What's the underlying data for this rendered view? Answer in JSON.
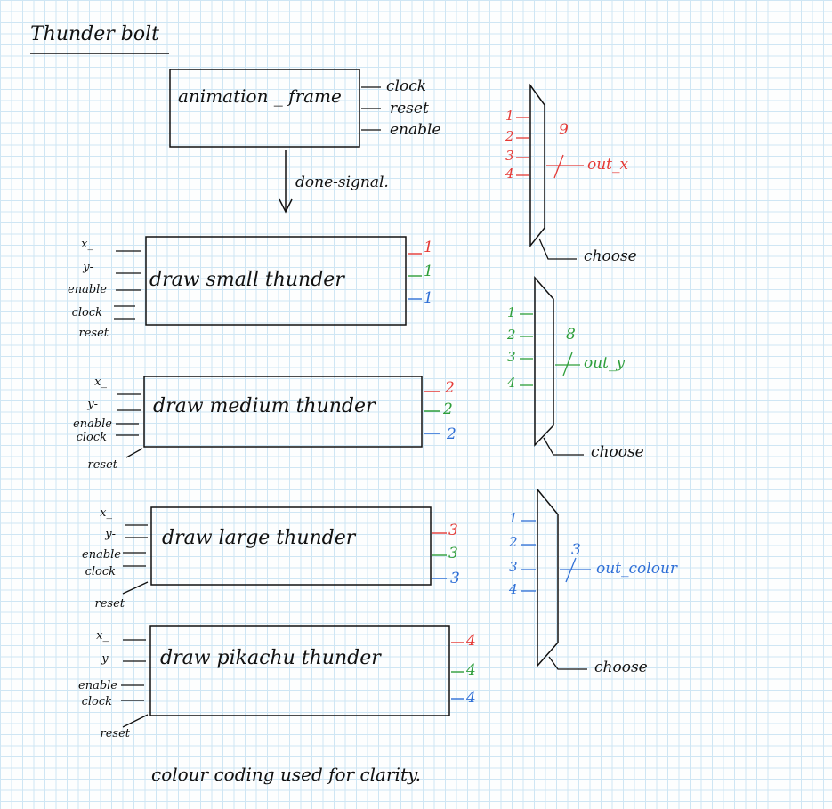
{
  "title": "Thunder bolt",
  "top_module": {
    "label": "animation _ frame",
    "ports": [
      "clock",
      "reset",
      "enable"
    ],
    "output_signal": "done-signal."
  },
  "modules": [
    {
      "label": "draw small thunder",
      "inputs": [
        "x_",
        "y-",
        "enable",
        "clock",
        "reset"
      ],
      "outputs": [
        "1",
        "1",
        "1"
      ]
    },
    {
      "label": "draw medium thunder",
      "inputs": [
        "x_",
        "y-",
        "enable",
        "clock",
        "reset"
      ],
      "outputs": [
        "2",
        "2",
        "2"
      ]
    },
    {
      "label": "draw large thunder",
      "inputs": [
        "x_",
        "y-",
        "enable",
        "clock",
        "reset"
      ],
      "outputs": [
        "3",
        "3",
        "3"
      ]
    },
    {
      "label": "draw pikachu thunder",
      "inputs": [
        "x_",
        "y-",
        "enable",
        "clock",
        "reset"
      ],
      "outputs": [
        "4",
        "4",
        "4"
      ]
    }
  ],
  "muxes": [
    {
      "inputs": [
        "1",
        "2",
        "3",
        "4"
      ],
      "bus_width": "9",
      "output": "out_x",
      "select": "choose",
      "color": "#e53935"
    },
    {
      "inputs": [
        "1",
        "2",
        "3",
        "4"
      ],
      "bus_width": "8",
      "output": "out_y",
      "select": "choose",
      "color": "#2e9e3a"
    },
    {
      "inputs": [
        "1",
        "2",
        "3",
        "4"
      ],
      "bus_width": "3",
      "output": "out_colour",
      "select": "choose",
      "color": "#2f6fd6"
    }
  ],
  "caption": "colour coding used for clarity.",
  "colors": {
    "x": "#e53935",
    "y": "#2e9e3a",
    "colour": "#2f6fd6",
    "ink": "#111111"
  }
}
